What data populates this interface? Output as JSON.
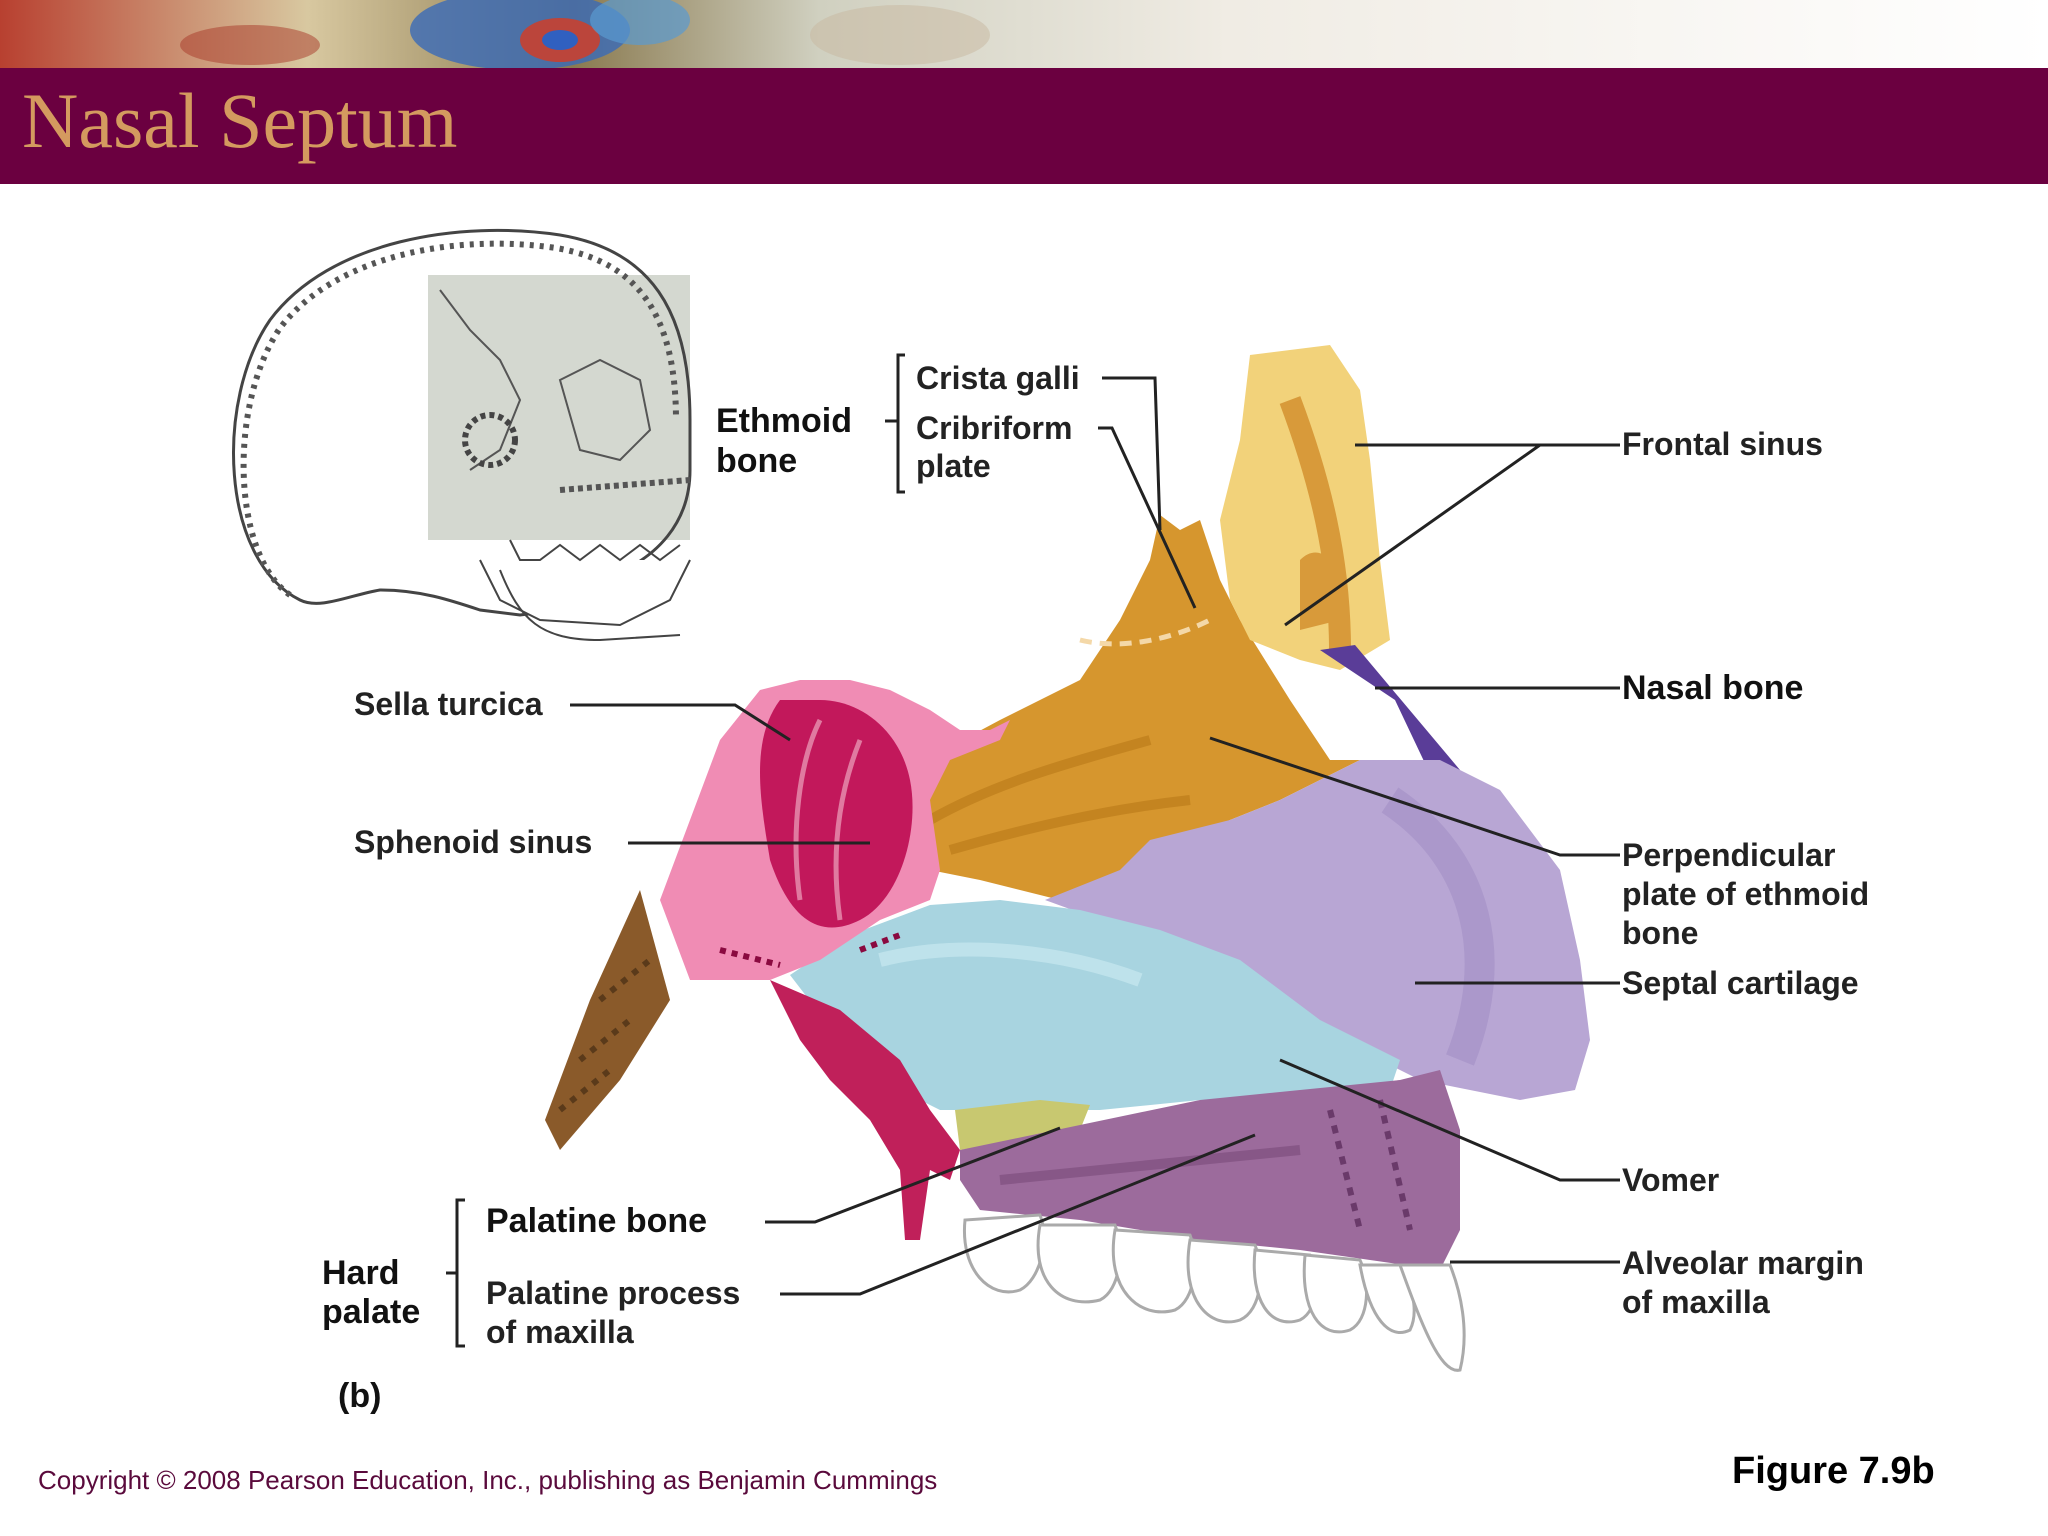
{
  "slide": {
    "title": "Nasal Septum",
    "figure_label": "Figure 7.9b",
    "copyright": "Copyright © 2008 Pearson Education, Inc., publishing as Benjamin Cummings",
    "panel_label": "(b)"
  },
  "labels": {
    "ethmoid_bone": "Ethmoid",
    "ethmoid_bone_2": "bone",
    "crista_galli": "Crista galli",
    "cribriform_1": "Cribriform",
    "cribriform_2": "plate",
    "frontal_sinus": "Frontal sinus",
    "nasal_bone": "Nasal bone",
    "sella_turcica": "Sella turcica",
    "sphenoid_sinus": "Sphenoid sinus",
    "perpendicular_1": "Perpendicular",
    "perpendicular_2": "plate of ethmoid",
    "perpendicular_3": "bone",
    "septal_cartilage": "Septal cartilage",
    "vomer": "Vomer",
    "alveolar_1": "Alveolar margin",
    "alveolar_2": "of maxilla",
    "hard_palate_1": "Hard",
    "hard_palate_2": "palate",
    "palatine_bone": "Palatine bone",
    "palatine_process_1": "Palatine process",
    "palatine_process_2": "of maxilla"
  },
  "colors": {
    "title_bar": "#6b0040",
    "title_text": "#d49a5f",
    "ethmoid": "#d49a3a",
    "frontal": "#f2d27a",
    "nasal_bone": "#5a3d98",
    "septal_cartilage": "#b8a6d4",
    "vomer": "#a8d4e0",
    "sphenoid": "#c2185b",
    "maxilla": "#9c6b9c",
    "teeth": "#ffffff"
  }
}
